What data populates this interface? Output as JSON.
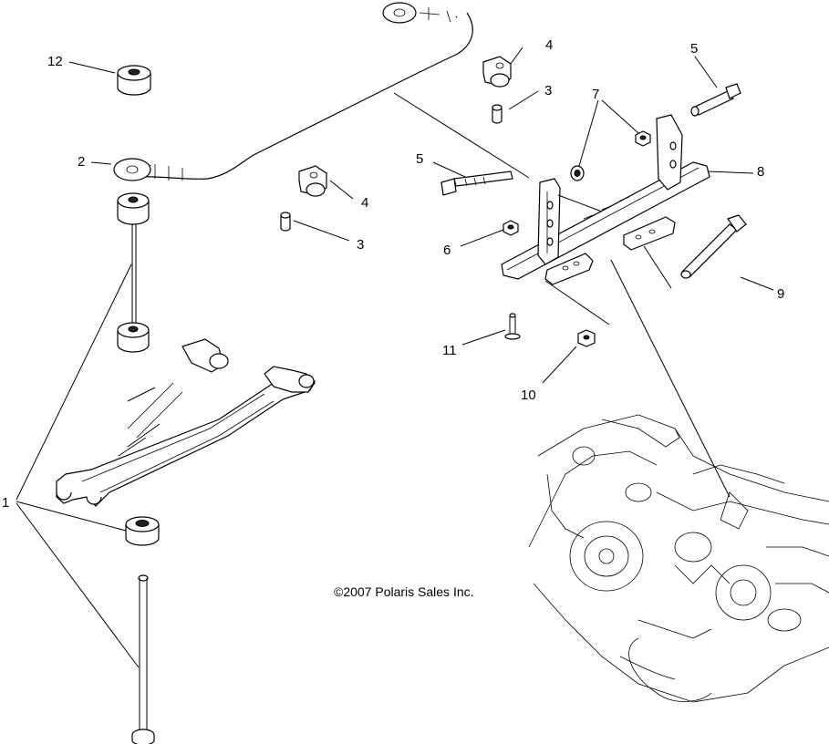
{
  "copyright": "©2007 Polaris Sales Inc.",
  "callouts": {
    "c1": "1",
    "c2": "2",
    "c3a": "3",
    "c3b": "3",
    "c4a": "4",
    "c4b": "4",
    "c5a": "5",
    "c5b": "5",
    "c6": "6",
    "c7": "7",
    "c8": "8",
    "c9": "9",
    "c10": "10",
    "c11": "11",
    "c12": "12"
  }
}
